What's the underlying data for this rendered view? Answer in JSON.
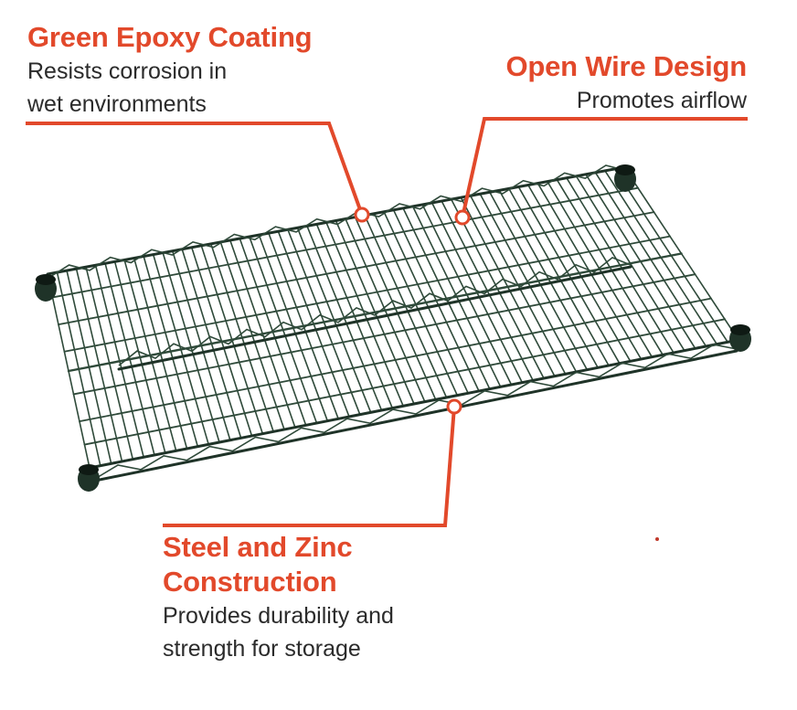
{
  "colors": {
    "accent": "#e2492b",
    "wire": "#2f4a3a",
    "wire_dark": "#1f3328",
    "text": "#2b2b2b"
  },
  "callouts": {
    "epoxy": {
      "title": "Green Epoxy Coating",
      "line1": "Resists corrosion in",
      "line2": "wet environments"
    },
    "wire": {
      "title": "Open Wire Design",
      "line1": "Promotes airflow"
    },
    "steel": {
      "title1": "Steel and Zinc",
      "title2": "Construction",
      "line1": "Provides durability and",
      "line2": "strength for storage"
    }
  },
  "image": {
    "subject": "wire-shelf",
    "posts": 4
  }
}
